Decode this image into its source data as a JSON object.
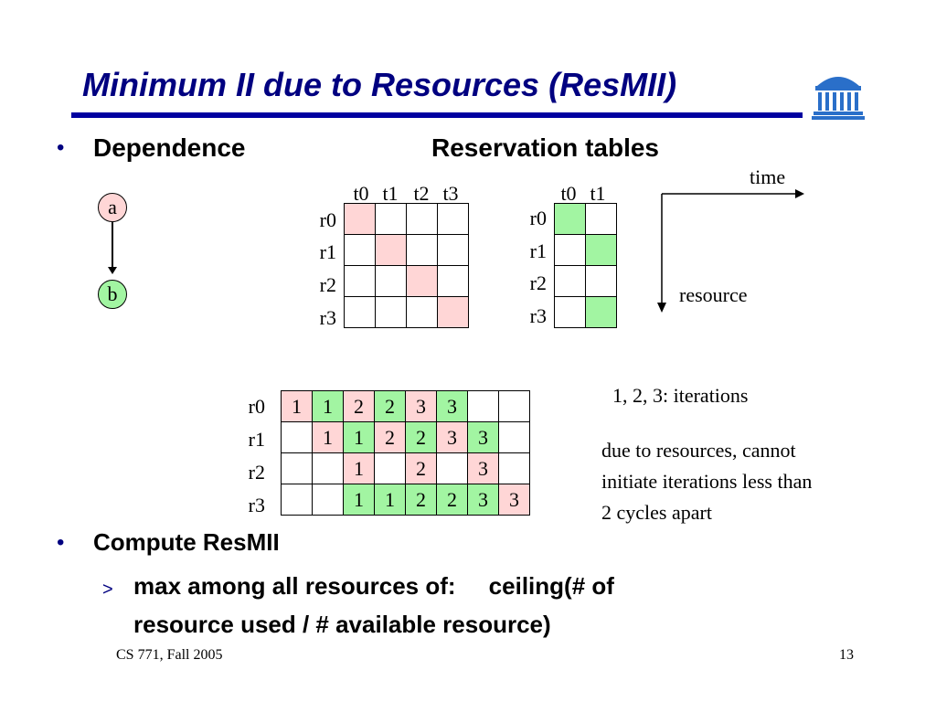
{
  "title": "Minimum II due to Resources (ResMII)",
  "bullets": {
    "dependence": "Dependence",
    "reservation_tables": "Reservation tables",
    "compute": "Compute ResMII",
    "sub_line1": "max among all resources of:     ceiling(# of",
    "sub_line2": "resource used / # available resource)"
  },
  "dependence_graph": {
    "node_a": "a",
    "node_b": "b"
  },
  "table1": {
    "cols": [
      "t0",
      "t1",
      "t2",
      "t3"
    ],
    "rows": [
      "r0",
      "r1",
      "r2",
      "r3"
    ],
    "used_color": "#ffd6d6"
  },
  "table2": {
    "cols": [
      "t0",
      "t1"
    ],
    "rows": [
      "r0",
      "r1",
      "r2",
      "r3"
    ],
    "used_color": "#a2f5a2"
  },
  "axes": {
    "time": "time",
    "resource": "resource"
  },
  "schedule": {
    "rows": [
      "r0",
      "r1",
      "r2",
      "r3"
    ],
    "cells": [
      [
        "1",
        "1",
        "2",
        "2",
        "3",
        "3",
        "",
        ""
      ],
      [
        "",
        "1",
        "1",
        "2",
        "2",
        "3",
        "3",
        ""
      ],
      [
        "",
        "",
        "1",
        "",
        "2",
        "",
        "3",
        ""
      ],
      [
        "",
        "",
        "1",
        "1",
        "2",
        "2",
        "3",
        "3"
      ]
    ]
  },
  "notes": {
    "iterations": "1, 2, 3: iterations",
    "line1": "due to resources, cannot",
    "line2": "initiate iterations less than",
    "line3": "2 cycles apart"
  },
  "footer": {
    "course": "CS 771, Fall 2005",
    "page": "13"
  },
  "colors": {
    "title": "#000080",
    "rule": "#0000a0",
    "pink": "#ffd6d6",
    "green": "#a2f5a2"
  }
}
